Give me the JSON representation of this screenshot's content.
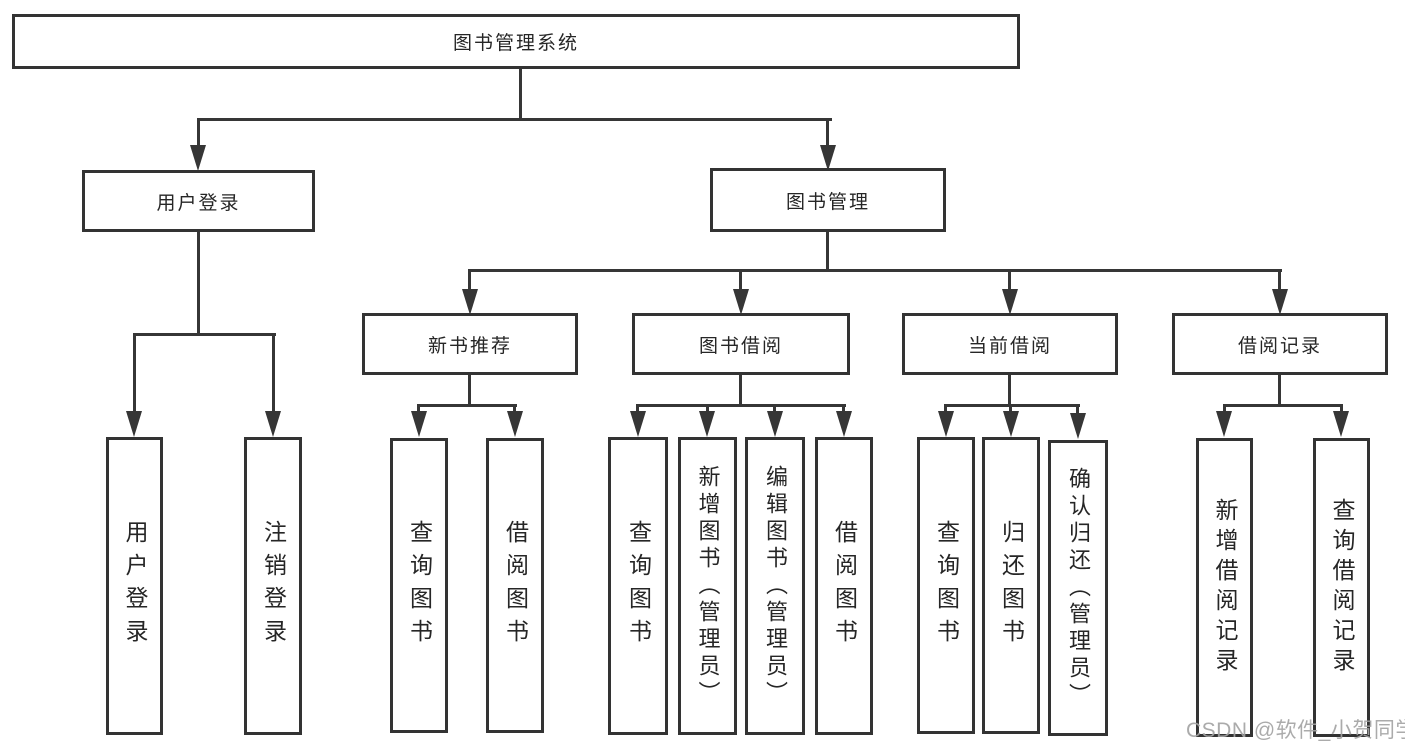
{
  "colors": {
    "line": "#363636",
    "box_border": "#333333",
    "text": "#262626",
    "watermark": "#a3a3a3",
    "background": "#ffffff"
  },
  "watermark": {
    "text": "CSDN @软件_小贺同学"
  },
  "tree": {
    "label": "图书管理系统",
    "children": [
      {
        "label": "用户登录",
        "children": [
          {
            "label": "用户登录"
          },
          {
            "label": "注销登录"
          }
        ]
      },
      {
        "label": "图书管理",
        "children": [
          {
            "label": "新书推荐",
            "children": [
              {
                "label": "查询图书"
              },
              {
                "label": "借阅图书"
              }
            ]
          },
          {
            "label": "图书借阅",
            "children": [
              {
                "label": "查询图书"
              },
              {
                "label": "新增图书（管理员）"
              },
              {
                "label": "编辑图书（管理员）"
              },
              {
                "label": "借阅图书"
              }
            ]
          },
          {
            "label": "当前借阅",
            "children": [
              {
                "label": "查询图书"
              },
              {
                "label": "归还图书"
              },
              {
                "label": "确认归还（管理员）"
              }
            ]
          },
          {
            "label": "借阅记录",
            "children": [
              {
                "label": "新增借阅记录"
              },
              {
                "label": "查询借阅记录"
              }
            ]
          }
        ]
      }
    ]
  }
}
